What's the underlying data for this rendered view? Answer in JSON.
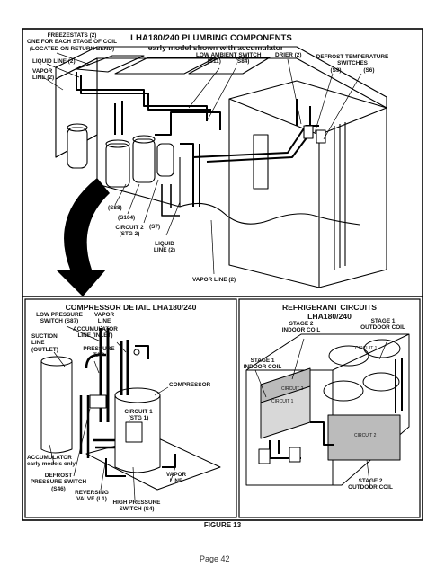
{
  "top": {
    "title": "LHA180/240 PLUMBING COMPONENTS",
    "subtitle": "early model shown with accumulator",
    "labels": {
      "freezestats": "FREEZESTATS (2)\nONE FOR EACH STAGE OF COIL\n(LOCATED ON RETURN BEND)",
      "liquid_line_top": "LIQUID LINE (2)",
      "vapor_line_left": "VAPOR\nLINE (2)",
      "low_ambient": "LOW AMBIENT SWITCH\n(S11)         (S84)",
      "drier": "DRIER (2)",
      "defrost_temp": "DEFROST TEMPERATURE\nSWITCHES\n(S9)              (S6)",
      "s88": "(S88)",
      "s104": "(S104)",
      "circuit2": "CIRCUIT 2\n(STG 2)",
      "s7": "(S7)",
      "liquid_line_bottom": "LIQUID\nLINE (2)",
      "vapor_line_bottom": "VAPOR LINE (2)"
    }
  },
  "compressor_detail": {
    "title": "COMPRESSOR DETAIL LHA180/240",
    "labels": {
      "low_pressure": "LOW PRESSURE\nSWITCH (S87)",
      "vapor_line_top": "VAPOR\nLINE",
      "accumulator_line": "ACCUMULATOR\nLINE (INLET)",
      "suction_line": "SUCTION\nLINE\n(OUTLET)",
      "pressure_tap": "PRESSURE\nTAP",
      "compressor": "COMPRESSOR",
      "circuit1": "CIRCUIT 1\n(STG 1)",
      "accumulator": "ACCUMULATOR\nearly models only",
      "defrost_pressure": "DEFROST\nPRESSURE SWITCH\n(S46)",
      "reversing_valve": "REVERSING\nVALVE (L1)",
      "high_pressure": "HIGH PRESSURE\nSWITCH (S4)",
      "vapor_line_bottom": "VAPOR\nLINE"
    }
  },
  "refrigerant": {
    "title": "REFRIGERANT CIRCUITS\nLHA180/240",
    "labels": {
      "stage2_indoor": "STAGE 2\nINDOOR COIL",
      "stage1_outdoor": "STAGE 1\nOUTDOOR COIL",
      "stage1_indoor": "STAGE 1\nINDOOR COIL",
      "stage2_outdoor": "STAGE 2\nOUTDOOR COIL",
      "circuit1": "CIRCUIT 1",
      "circuit2": "CIRCUIT 2"
    }
  },
  "figure_caption": "FIGURE 13",
  "page_number": "Page 42"
}
